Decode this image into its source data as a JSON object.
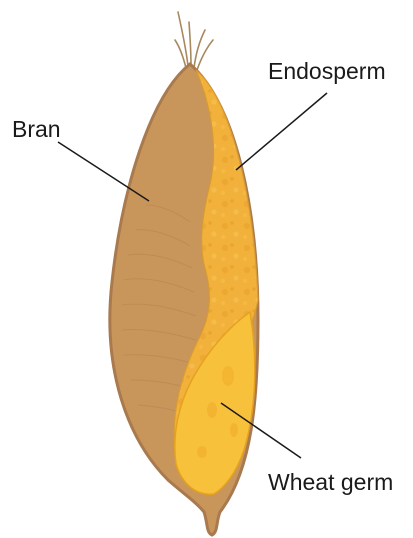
{
  "labels": {
    "endosperm": "Endosperm",
    "bran": "Bran",
    "germ": "Wheat germ"
  },
  "colors": {
    "background": "#ffffff",
    "bran": "#c8955b",
    "bran_outline": "#a87a4e",
    "endosperm": "#f1b13a",
    "germ": "#f8c13b",
    "hair": "#a8895e",
    "leader_line": "#1a1a1a"
  }
}
